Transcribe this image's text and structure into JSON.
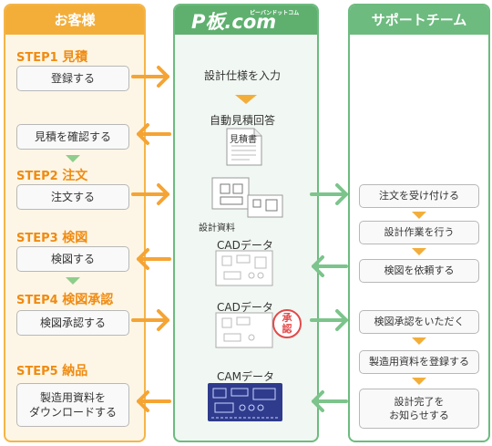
{
  "customer": {
    "header": "お客様",
    "steps": [
      {
        "step": "STEP1",
        "name": "見積"
      },
      {
        "step": "STEP2",
        "name": "注文"
      },
      {
        "step": "STEP3",
        "name": "検図"
      },
      {
        "step": "STEP4",
        "name": "検図承認"
      },
      {
        "step": "STEP5",
        "name": "納品"
      }
    ],
    "boxes": [
      "登録する",
      "見積を確認する",
      "注文する",
      "検図する",
      "検図承認する",
      [
        "製造用資料を",
        "ダウンロードする"
      ]
    ]
  },
  "pcb": {
    "logo_main": "P板.com",
    "logo_kana": "ピーバンドットコム",
    "texts": {
      "spec_input": "設計仕様を入力",
      "auto_quote": "自動見積回答",
      "quote_doc": "見積書",
      "design_docs": "設計資料",
      "cad1": "CADデータ",
      "cad2": "CADデータ",
      "approval_stamp": "承認",
      "cam": "CAMデータ"
    }
  },
  "support": {
    "header": "サポートチーム",
    "boxes": [
      "注文を受け付ける",
      "設計作業を行う",
      "検図を依頼する",
      "検図承認をいただく",
      "製造用資料を登録する",
      [
        "設計完了を",
        "お知らせする"
      ]
    ]
  },
  "colors": {
    "orange": "#f3ae3a",
    "green": "#6dbb7f",
    "arrow_orange": "#f5a434",
    "arrow_green": "#7cc48c"
  }
}
